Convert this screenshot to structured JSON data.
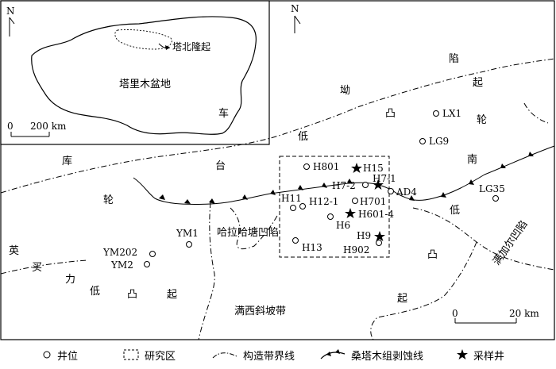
{
  "inset": {
    "north": "N",
    "basin_label": "塔里木盆地",
    "uplift_label": "塔北隆起",
    "scale_zero": "0",
    "scale_value": "200 km"
  },
  "main": {
    "north": "N",
    "scale_zero": "0",
    "scale_value": "20 km",
    "zone_chars": {
      "xian": "陷",
      "qi_top": "起",
      "ao": "坳",
      "che": "车",
      "tu": "凸",
      "lun_r": "轮",
      "di_top": "低",
      "nan": "南",
      "ku": "库",
      "tai": "台",
      "lun_l": "轮",
      "di_r": "低",
      "ying": "英",
      "mai": "买",
      "li": "力",
      "di_l": "低",
      "tu_l": "凸",
      "qi_l": "起",
      "tu_r": "凸",
      "qi_r": "起"
    },
    "zone_labels": {
      "halahatang": "哈拉哈塘凹陷",
      "manxi": "满西斜坡带",
      "manjiaer": "满加尔凹陷"
    },
    "wells": [
      {
        "name": "LX1"
      },
      {
        "name": "LG9"
      },
      {
        "name": "H801"
      },
      {
        "name": "H15"
      },
      {
        "name": "H7-1"
      },
      {
        "name": "H7-2"
      },
      {
        "name": "AD4"
      },
      {
        "name": "H11"
      },
      {
        "name": "H12-1"
      },
      {
        "name": "H701"
      },
      {
        "name": "H601-4"
      },
      {
        "name": "H6"
      },
      {
        "name": "LG35"
      },
      {
        "name": "YM1"
      },
      {
        "name": "H9"
      },
      {
        "name": "H902"
      },
      {
        "name": "H13"
      },
      {
        "name": "YM202"
      },
      {
        "name": "YM2"
      }
    ]
  },
  "legend": {
    "well": "井位",
    "study_area": "研究区",
    "boundary": "构造带界线",
    "erosion": "桑塔木组剥蚀线",
    "sample_well": "采样井"
  }
}
